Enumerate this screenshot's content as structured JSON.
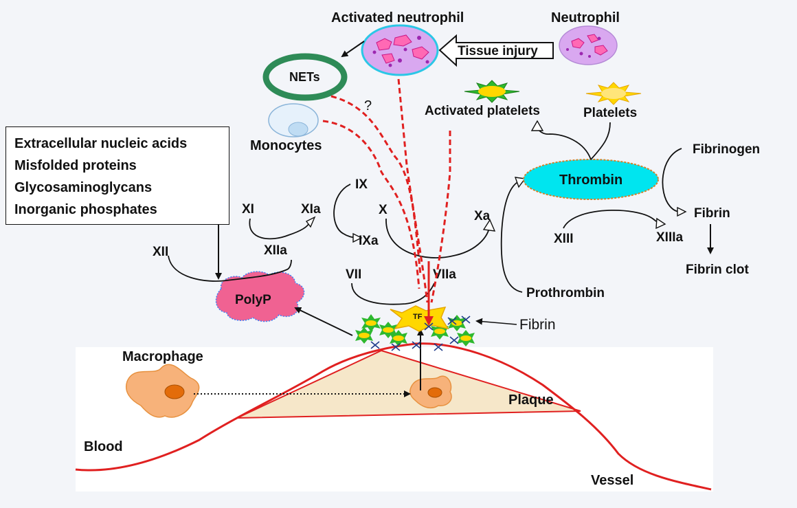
{
  "cells": {
    "activated_neutrophil": "Activated neutrophil",
    "neutrophil": "Neutrophil",
    "tissue_injury": "Tissue injury",
    "nets": "NETs",
    "question": "?",
    "monocytes": "Monocytes",
    "activated_platelets": "Activated platelets",
    "platelets": "Platelets",
    "macrophage": "Macrophage"
  },
  "triggers": [
    "Extracellular nucleic acids",
    "Misfolded proteins",
    "Glycosaminoglycans",
    "Inorganic phosphates"
  ],
  "factors": {
    "xi": "XI",
    "xia": "XIa",
    "xii": "XII",
    "xiia": "XIIa",
    "ix": "IX",
    "ixa": "IXa",
    "x": "X",
    "xa": "Xa",
    "vii": "VII",
    "viia": "VIIa",
    "tf": "TF",
    "polyp": "PolyP",
    "prothrombin": "Prothrombin",
    "thrombin": "Thrombin",
    "fibrinogen": "Fibrinogen",
    "fibrin": "Fibrin",
    "xiii": "XIII",
    "xiiia": "XIIIa",
    "fibrin_clot": "Fibrin clot",
    "fibrin_strands": "Fibrin"
  },
  "vessel": {
    "plaque": "Plaque",
    "blood": "Blood",
    "vessel": "Vessel"
  },
  "colors": {
    "background": "#f3f5f9",
    "red_line": "#e02020",
    "thrombin": "#00e5ef",
    "polyp": "#f06292",
    "plaque": "#f6e7c9",
    "macrophage": "#f7b27a",
    "neutrophil": "#d9a8f0",
    "nets": "#2e8b57",
    "platelet_green": "#2eb82e",
    "platelet_yellow": "#ffd700"
  }
}
